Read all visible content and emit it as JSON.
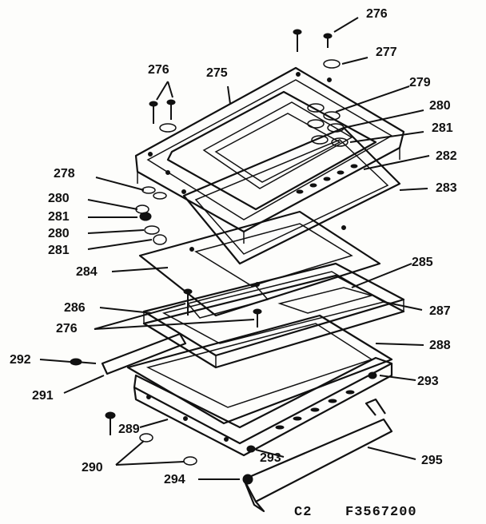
{
  "diagram": {
    "callouts": [
      {
        "id": "c276a",
        "text": "276"
      },
      {
        "id": "c277",
        "text": "277"
      },
      {
        "id": "c276b",
        "text": "276"
      },
      {
        "id": "c275",
        "text": "275"
      },
      {
        "id": "c279",
        "text": "279"
      },
      {
        "id": "c280a",
        "text": "280"
      },
      {
        "id": "c281a",
        "text": "281"
      },
      {
        "id": "c282",
        "text": "282"
      },
      {
        "id": "c278",
        "text": "278"
      },
      {
        "id": "c283",
        "text": "283"
      },
      {
        "id": "c280b",
        "text": "280"
      },
      {
        "id": "c281b",
        "text": "281"
      },
      {
        "id": "c280c",
        "text": "280"
      },
      {
        "id": "c281c",
        "text": "281"
      },
      {
        "id": "c285",
        "text": "285"
      },
      {
        "id": "c284",
        "text": "284"
      },
      {
        "id": "c286",
        "text": "286"
      },
      {
        "id": "c287",
        "text": "287"
      },
      {
        "id": "c276c",
        "text": "276"
      },
      {
        "id": "c288",
        "text": "288"
      },
      {
        "id": "c292",
        "text": "292"
      },
      {
        "id": "c293a",
        "text": "293"
      },
      {
        "id": "c291",
        "text": "291"
      },
      {
        "id": "c289",
        "text": "289"
      },
      {
        "id": "c290",
        "text": "290"
      },
      {
        "id": "c293b",
        "text": "293"
      },
      {
        "id": "c295",
        "text": "295"
      },
      {
        "id": "c294",
        "text": "294"
      }
    ],
    "footer": {
      "section": "C2",
      "drawing_number": "F3567200"
    }
  }
}
